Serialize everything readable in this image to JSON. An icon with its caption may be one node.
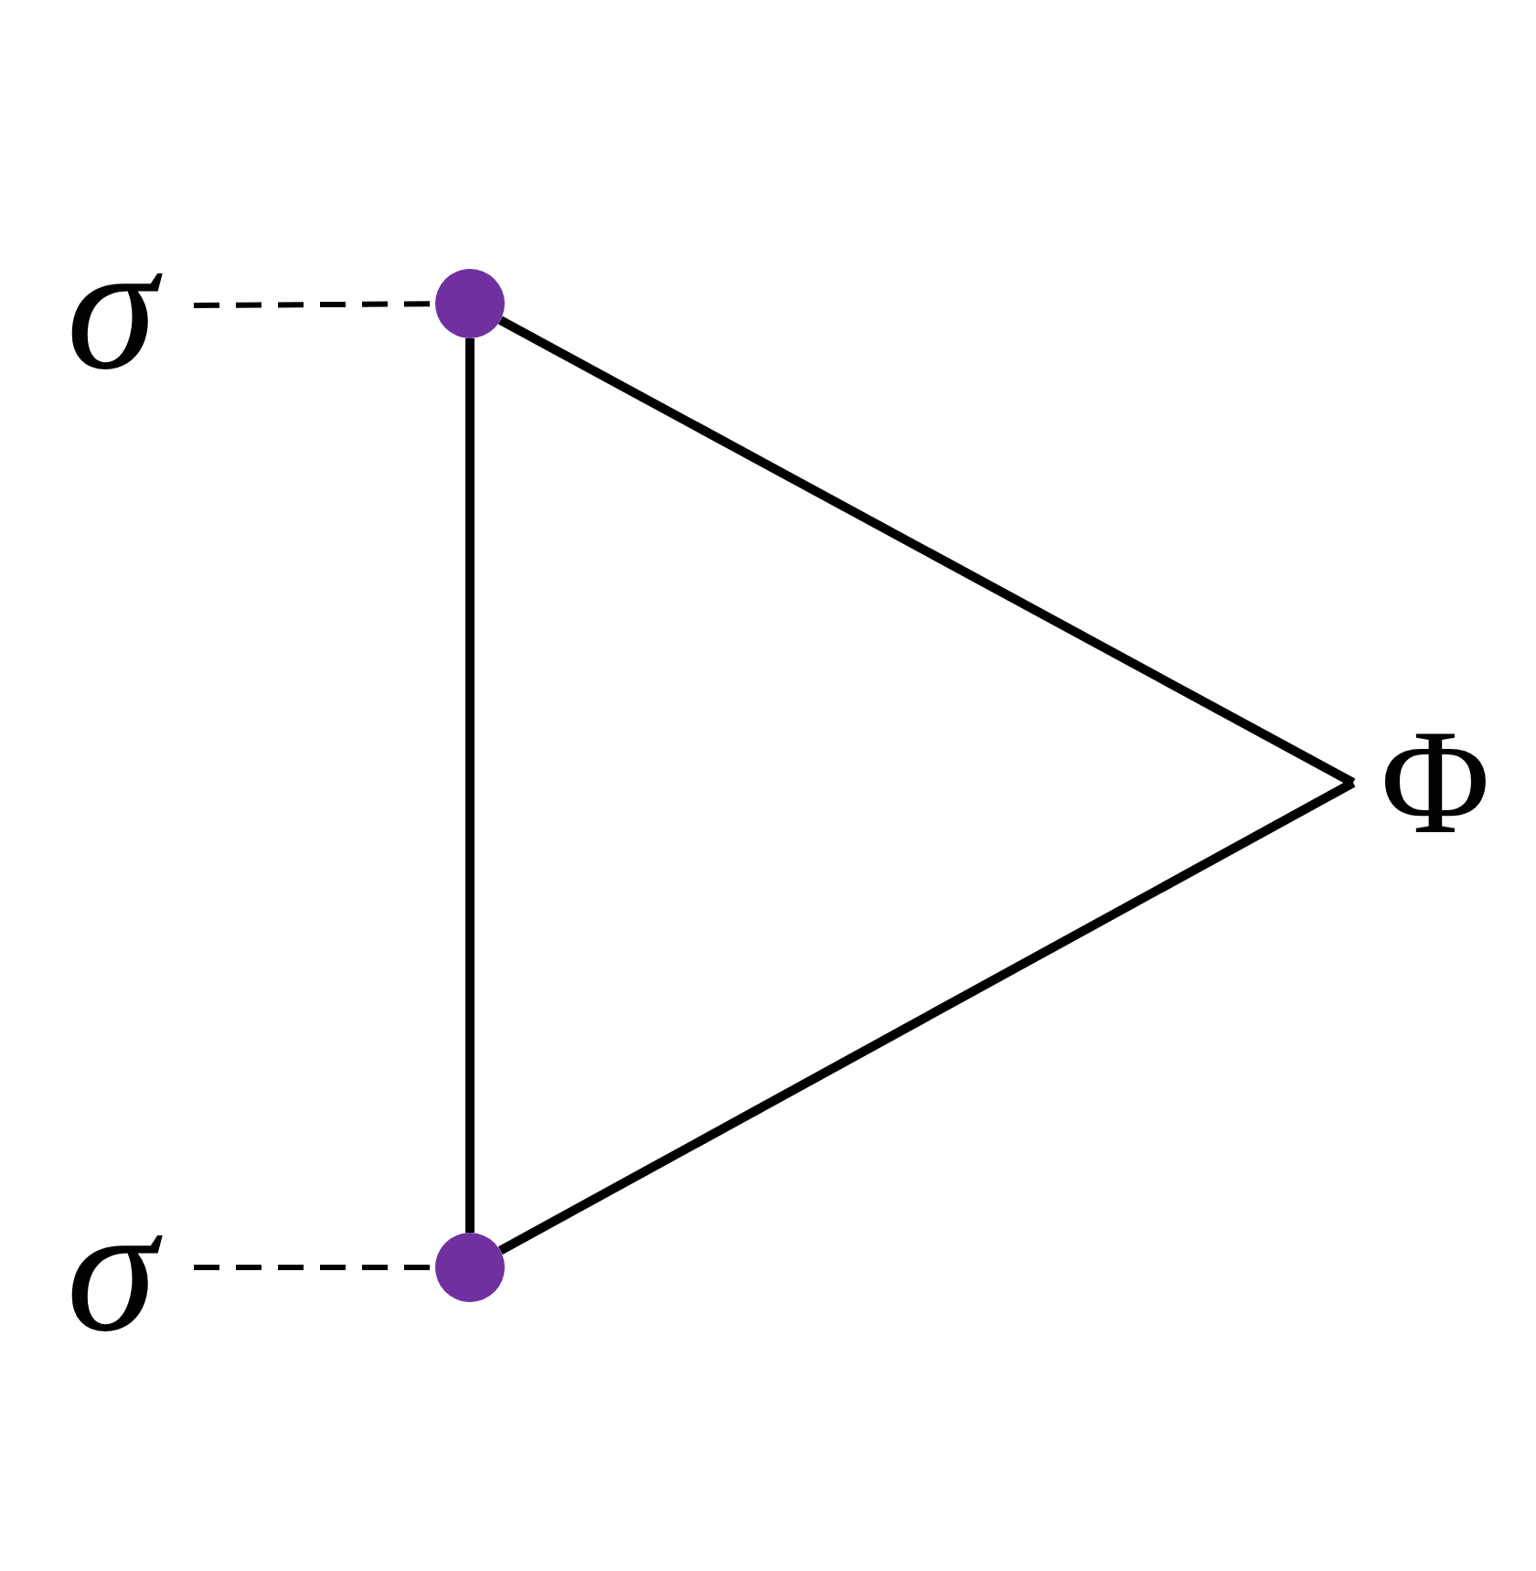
{
  "diagram": {
    "nodes": [
      {
        "text": [
          "σ"
        ]
      },
      {
        "text": [],
        "shape": "circle"
      },
      {
        "text": [
          "σ"
        ]
      },
      {
        "text": [],
        "shape": "circle"
      },
      {
        "text": [
          "Φ"
        ]
      }
    ],
    "edges": [
      {
        "from": 0,
        "to": 1,
        "arrow": "none",
        "style": "dashed"
      },
      {
        "from": 2,
        "to": 3,
        "arrow": "none",
        "style": "dashed"
      },
      {
        "from": 1,
        "to": 3,
        "arrow": "none"
      },
      {
        "from": 1,
        "to": 4,
        "arrow": "none"
      },
      {
        "from": 3,
        "to": 4,
        "arrow": "none"
      }
    ]
  }
}
